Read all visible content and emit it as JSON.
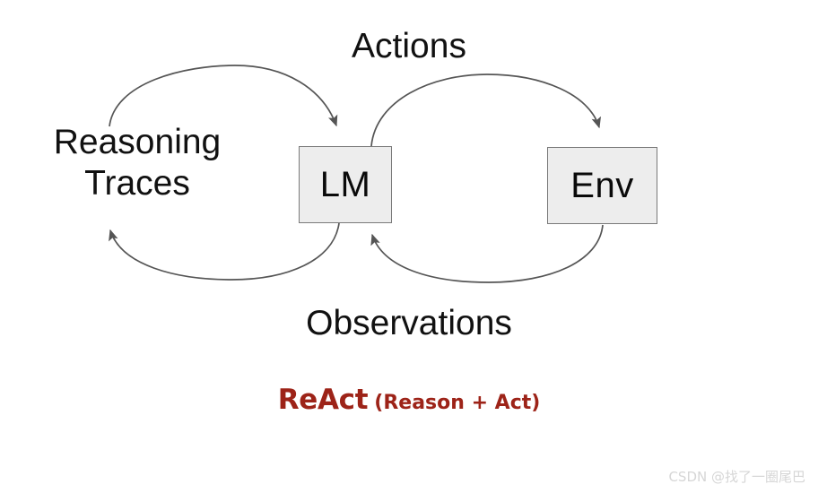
{
  "diagram": {
    "title": "ReAct loop diagram",
    "background_color": "#ffffff",
    "nodes": [
      {
        "id": "lm",
        "label": "LM",
        "fill": "#ededed",
        "stroke": "#7a7a7a"
      },
      {
        "id": "env",
        "label": "Env",
        "fill": "#ededed",
        "stroke": "#7a7a7a"
      }
    ],
    "edge_labels": {
      "actions": "Actions",
      "observations": "Observations",
      "reasoning_line1": "Reasoning",
      "reasoning_line2": "Traces"
    },
    "edges": [
      {
        "id": "reasoning-out",
        "from": "lm",
        "to": "reasoning",
        "label": "Reasoning Traces",
        "direction": "lm-to-left"
      },
      {
        "id": "reasoning-in",
        "from": "reasoning",
        "to": "lm",
        "label": "Reasoning Traces",
        "direction": "left-to-lm"
      },
      {
        "id": "actions",
        "from": "lm",
        "to": "env",
        "label": "Actions",
        "direction": "lm-to-env"
      },
      {
        "id": "observations",
        "from": "env",
        "to": "lm",
        "label": "Observations",
        "direction": "env-to-lm"
      }
    ],
    "arrow_color": "#555555"
  },
  "caption": {
    "main": "ReAct",
    "sub": "(Reason + Act)",
    "color": "#9d2318"
  },
  "watermark": {
    "text": "CSDN @找了一圈尾巴",
    "color": "#d6d6d6"
  }
}
